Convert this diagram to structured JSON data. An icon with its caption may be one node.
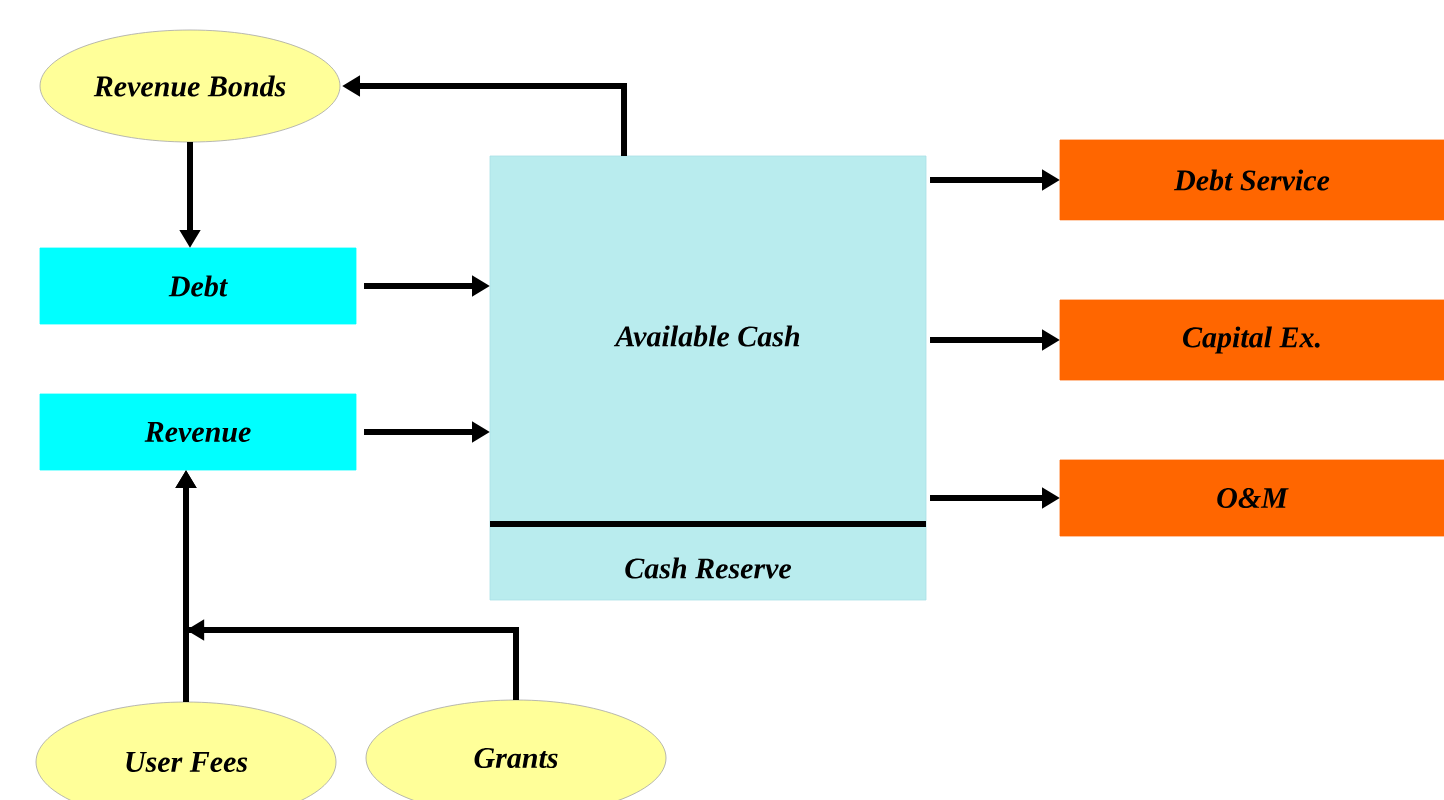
{
  "diagram": {
    "nodes": [
      {
        "text": [
          "Revenue Bonds"
        ]
      },
      {
        "text": [
          "Available Cash",
          "Cash Reserve"
        ]
      },
      {
        "text": [
          "Debt"
        ]
      },
      {
        "text": [
          "Revenue"
        ]
      },
      {
        "text": [
          "Debt Service"
        ]
      },
      {
        "text": [
          "Capital Ex."
        ]
      },
      {
        "text": [
          "O&M"
        ]
      },
      {
        "text": [
          "User Fees"
        ]
      },
      {
        "text": [
          "Grants"
        ]
      }
    ],
    "edges": [
      {
        "from": 1,
        "to": 0,
        "arrow": "to"
      },
      {
        "from": 0,
        "to": 2,
        "arrow": "to"
      },
      {
        "from": 2,
        "to": 1,
        "arrow": "to"
      },
      {
        "from": 3,
        "to": 1,
        "arrow": "to"
      },
      {
        "from": 1,
        "to": 4,
        "arrow": "to"
      },
      {
        "from": 1,
        "to": 5,
        "arrow": "to"
      },
      {
        "from": 1,
        "to": 6,
        "arrow": "to"
      },
      {
        "from": 7,
        "to": 3,
        "arrow": "to"
      },
      {
        "from": 8,
        "to": 3,
        "arrow": "to"
      }
    ]
  }
}
